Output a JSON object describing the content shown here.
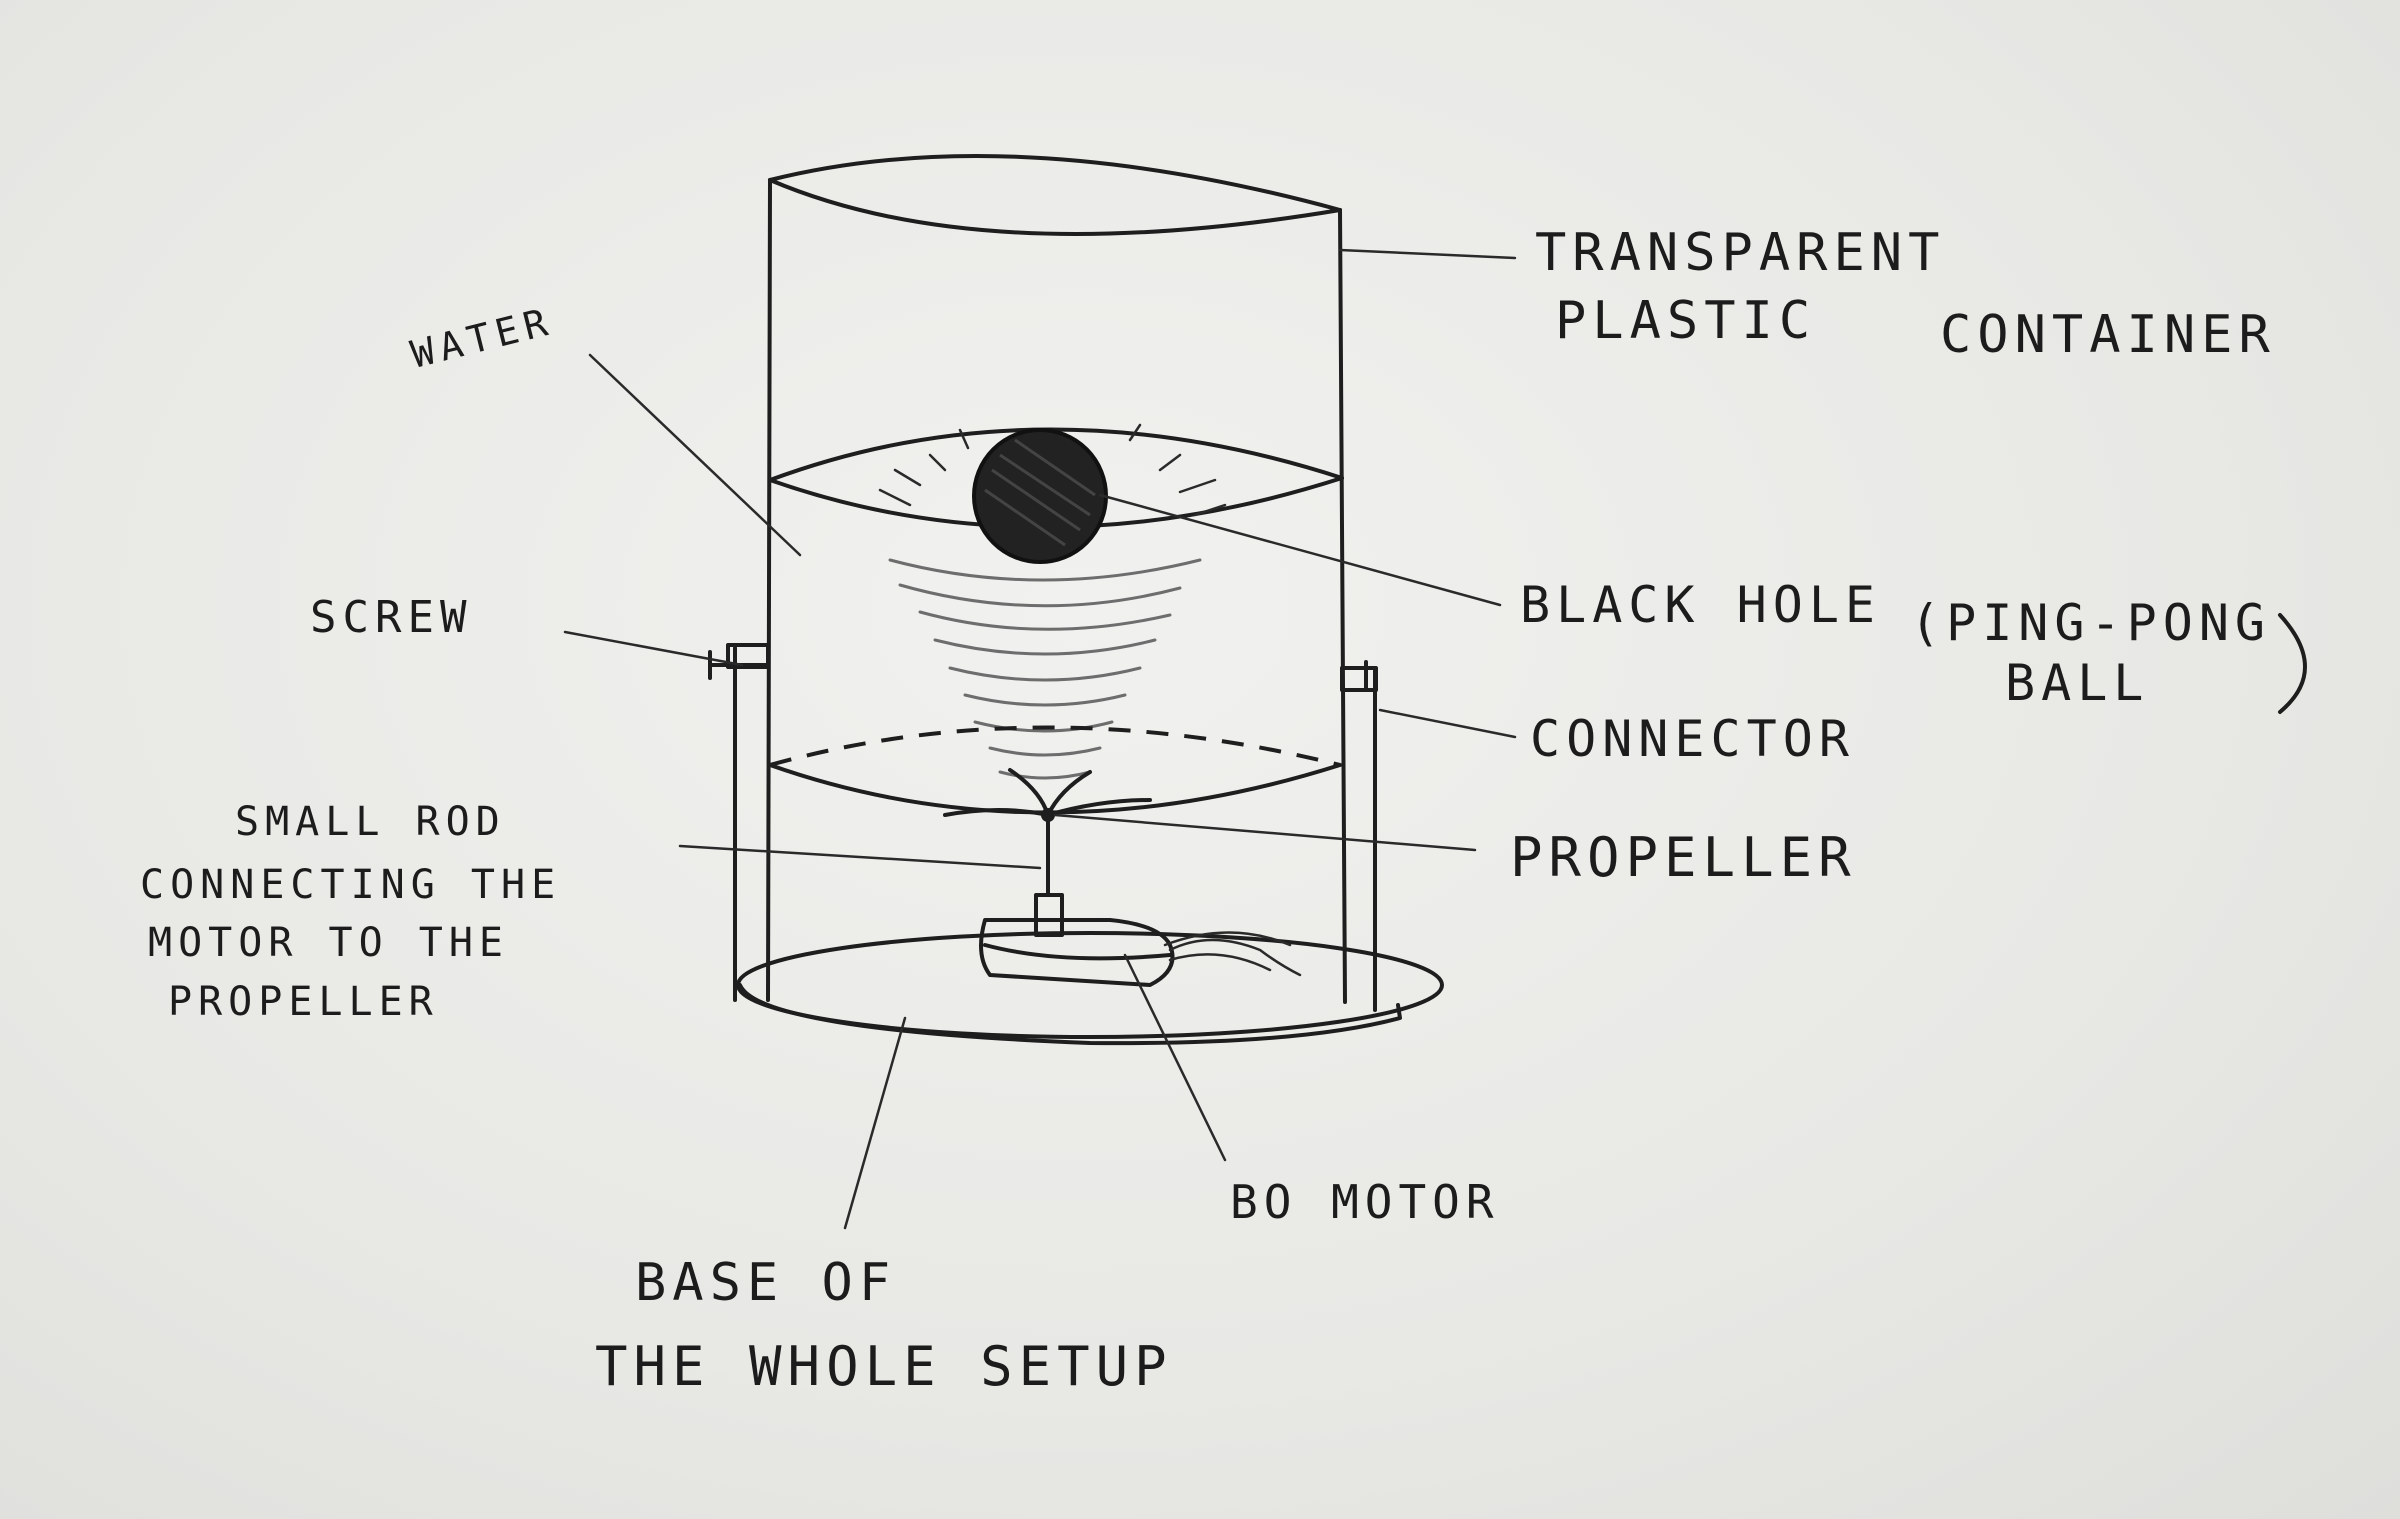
{
  "labels": {
    "transparent_line1": "TRANSPARENT",
    "transparent_line2": "PLASTIC",
    "transparent_line3": "CONTAINER",
    "water": "WATER",
    "screw": "SCREW",
    "black_hole_line1": "BLACK HOLE",
    "black_hole_line2": "(PING-PONG",
    "black_hole_line3": "BALL",
    "connector": "CONNECTOR",
    "propeller": "PROPELLER",
    "rod_line1": "SMALL ROD",
    "rod_line2": "CONNECTING THE",
    "rod_line3": "MOTOR TO THE",
    "rod_line4": "PROPELLER",
    "bo_motor": "BO MOTOR",
    "base_line1": "BASE OF",
    "base_line2": "THE WHOLE SETUP"
  }
}
